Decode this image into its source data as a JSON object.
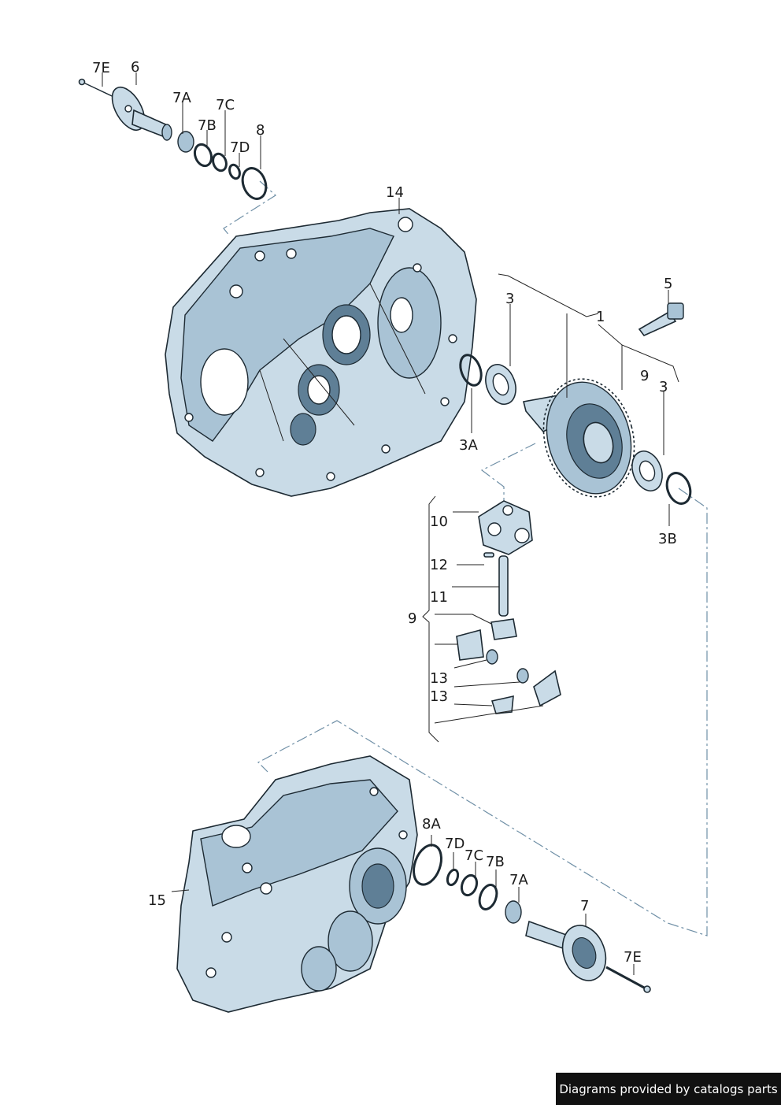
{
  "labels": {
    "l1": "1",
    "l3a": "3",
    "l3b": "3",
    "l3A": "3A",
    "l3B": "3B",
    "l5": "5",
    "l6": "6",
    "l7": "7",
    "l7A1": "7A",
    "l7B1": "7B",
    "l7C1": "7C",
    "l7D1": "7D",
    "l7E1": "7E",
    "l7A2": "7A",
    "l7B2": "7B",
    "l7C2": "7C",
    "l7D2": "7D",
    "l7E2": "7E",
    "l8": "8",
    "l8A": "8A",
    "l9a": "9",
    "l9b": "9",
    "l10": "10",
    "l11": "11",
    "l12": "12",
    "l13a": "13",
    "l13b": "13",
    "l14": "14",
    "l15": "15"
  },
  "footer": {
    "text": "Diagrams provided by catalogs parts"
  }
}
